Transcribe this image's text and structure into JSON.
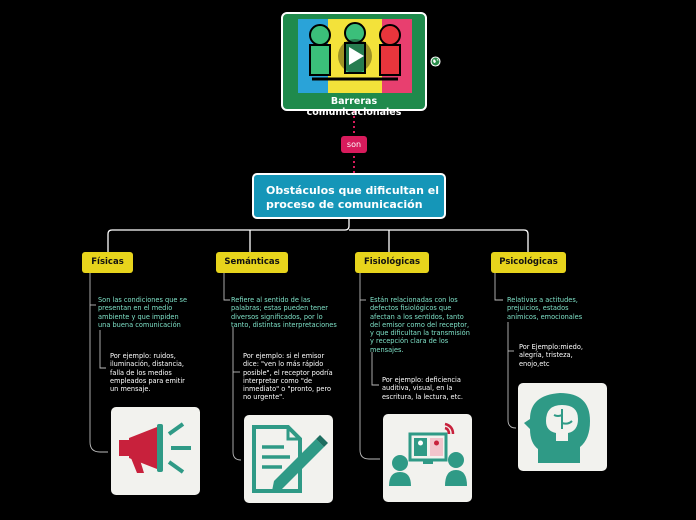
{
  "root": {
    "title": "Barreras comunicacionales",
    "image_icon": "see-hear-speak-no-evil-figures"
  },
  "link_label": "son",
  "main": {
    "line1": "Obstáculos que dificultan el",
    "line2": "proceso de comunicación"
  },
  "categories": [
    {
      "label": "Físicas",
      "description": [
        "Son las condiciones que se",
        "presentan en el medio",
        "ambiente y que impiden",
        "una buena comunicación"
      ],
      "example": [
        "Por ejemplo: ruidos,",
        "iluminación, distancia,",
        "falla de los medios",
        "empleados para emitir",
        "un mensaje."
      ],
      "icon": "megaphone-icon"
    },
    {
      "label": "Semánticas",
      "description": [
        "Refiere al sentido de las",
        "palabras; estas pueden tener",
        "diversos significados, por lo",
        "tanto, distintas interpretaciones"
      ],
      "example": [
        "Por ejemplo: si el emisor",
        "dice: \"ven lo más rápido",
        "posible\", el receptor podría",
        "interpretar como \"de",
        "inmediato\" o \"pronto, pero",
        "no urgente\"."
      ],
      "icon": "document-pen-icon"
    },
    {
      "label": "Fisiológicas",
      "description": [
        "Están relacionadas con los",
        "defectos fisiológicos que",
        "afectan a los sentidos, tanto",
        "del emisor como del receptor,",
        "y que dificultan la transmisión",
        "y recepción clara de los",
        "mensajes."
      ],
      "example": [
        "Por ejemplo: deficiencia",
        "auditiva, visual, en la",
        "escritura, la lectura, etc."
      ],
      "icon": "video-call-people-icon"
    },
    {
      "label": "Psicológicas",
      "description": [
        "Relativas a actitudes,",
        "prejuicios, estados",
        "anímicos, emocionales"
      ],
      "example": [
        "Por Ejemplo:miedo,",
        "alegría, tristeza,",
        "enojo,etc"
      ],
      "icon": "head-brain-icon"
    }
  ],
  "colors": {
    "background": "#000000",
    "root_fill": "#1f8a4c",
    "main_fill": "#1596b8",
    "category_fill": "#e7d41c",
    "link_fill": "#d81b5c",
    "description_text": "#7fe3c9",
    "icon_teal": "#2f9a86",
    "icon_red": "#c8213c"
  }
}
